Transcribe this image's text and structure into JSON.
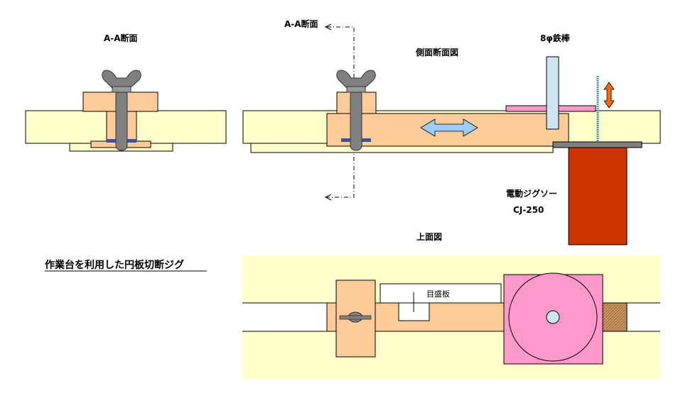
{
  "labels": {
    "section_aa": "A-A断面",
    "side_section": "側面断面図",
    "rod": "8φ鉄棒",
    "aa_pointer": "A-A断面",
    "jigsaw_name": "電動ジグソー",
    "jigsaw_model": "CJ-250",
    "top_view": "上面図",
    "main_title": "作業台を利用した円板切断ジグ",
    "scale_plate": "目盛板"
  },
  "colors": {
    "table": "#ffffcc",
    "slider": "#ffcc99",
    "bolt": "#808080",
    "washer": "#3355aa",
    "jigsaw": "#cc3300",
    "disc": "#ff99cc",
    "rod": "#cce5ee",
    "arrow_blue": "#99ccff",
    "arrow_orange": "#ff6600",
    "teeth": "#339999"
  }
}
